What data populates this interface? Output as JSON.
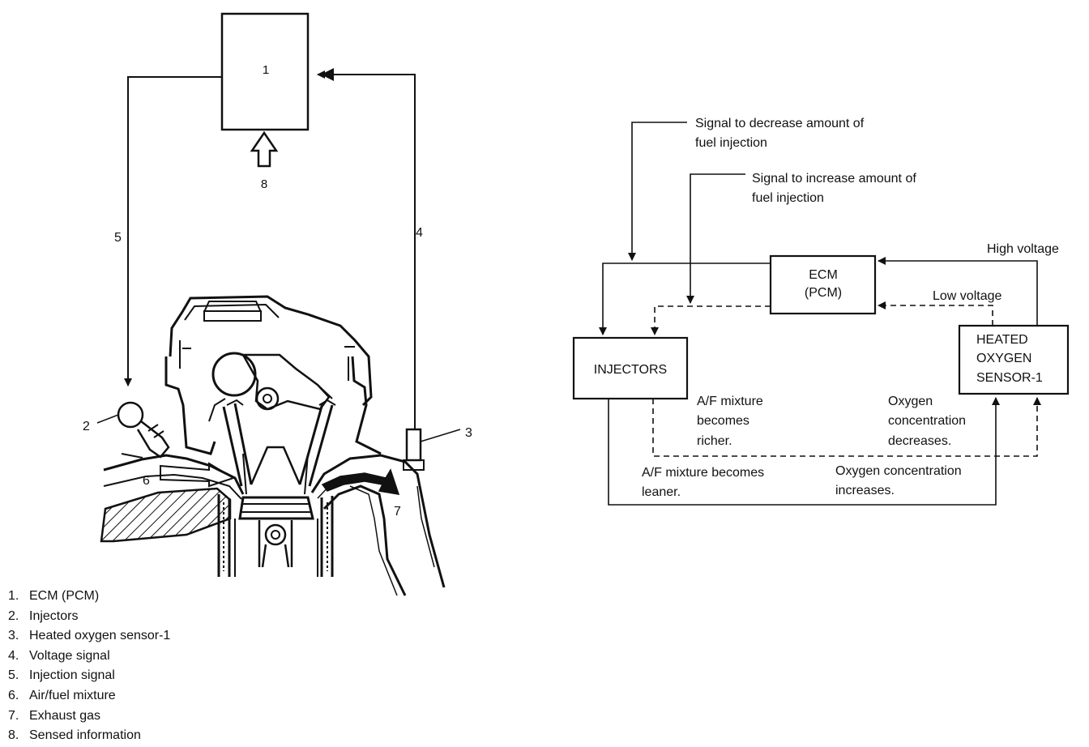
{
  "left_diagram": {
    "callouts": {
      "c1": "1",
      "c2": "2",
      "c3": "3",
      "c4": "4",
      "c5": "5",
      "c6": "6",
      "c7": "7",
      "c8": "8"
    }
  },
  "legend": [
    {
      "num": "1.",
      "text": "ECM (PCM)"
    },
    {
      "num": "2.",
      "text": "Injectors"
    },
    {
      "num": "3.",
      "text": "Heated oxygen sensor-1"
    },
    {
      "num": "4.",
      "text": "Voltage signal"
    },
    {
      "num": "5.",
      "text": "Injection signal"
    },
    {
      "num": "6.",
      "text": "Air/fuel mixture"
    },
    {
      "num": "7.",
      "text": "Exhaust gas"
    },
    {
      "num": "8.",
      "text": "Sensed information"
    }
  ],
  "flow": {
    "ecm": [
      "ECM",
      "(PCM)"
    ],
    "injectors": "INJECTORS",
    "sensor": [
      "HEATED",
      "OXYGEN",
      "SENSOR-1"
    ],
    "signal_decrease": [
      "Signal to decrease amount of",
      "fuel injection"
    ],
    "signal_increase": [
      "Signal to increase amount of",
      "fuel injection"
    ],
    "high_voltage": "High voltage",
    "low_voltage": "Low voltage",
    "af_richer": [
      "A/F mixture",
      "becomes",
      "richer."
    ],
    "oxy_decreases": [
      "Oxygen",
      "concentration",
      "decreases."
    ],
    "af_leaner": [
      "A/F mixture becomes",
      "leaner."
    ],
    "oxy_increases": [
      "Oxygen concentration",
      "increases."
    ]
  }
}
